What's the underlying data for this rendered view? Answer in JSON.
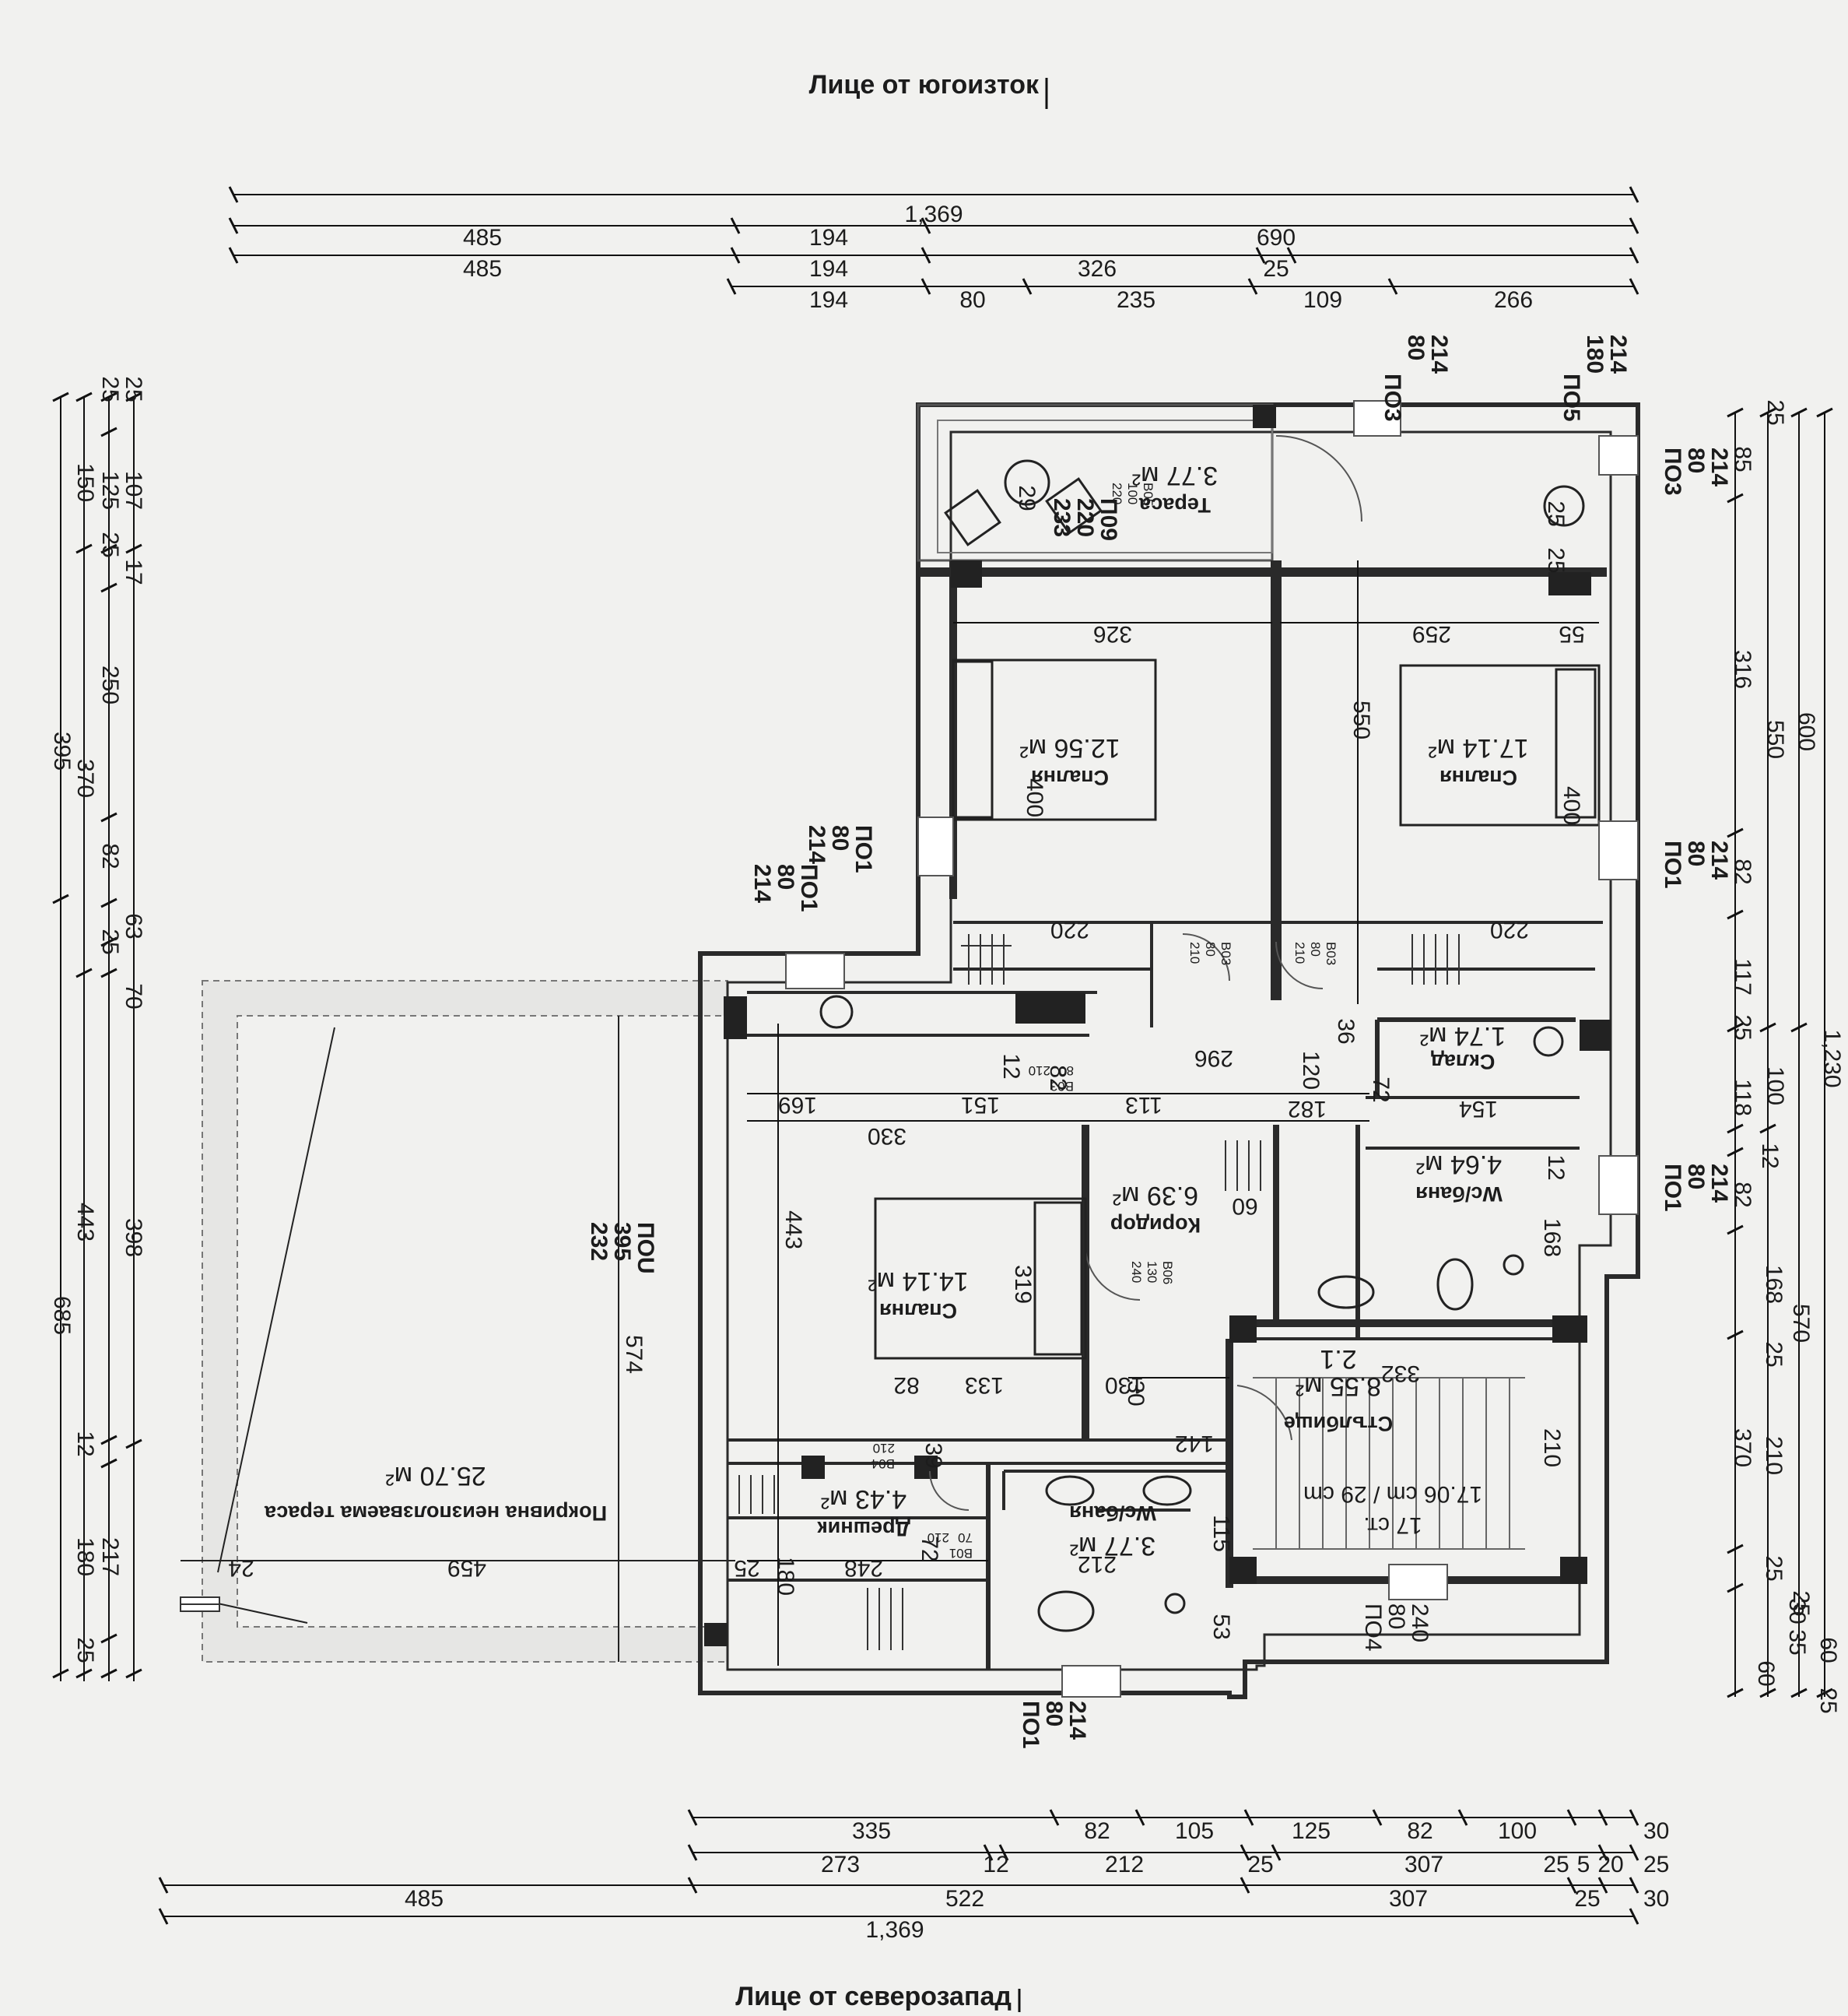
{
  "facades": {
    "top": "Лице от югоизток",
    "bottom": "Лице от северозапад"
  },
  "rooms": {
    "bedroom_ne": {
      "name": "Спалня",
      "area": "17.14 м²"
    },
    "bedroom_nw": {
      "name": "Спалня",
      "area": "12.56 м²"
    },
    "bedroom_sw": {
      "name": "Спалня",
      "area": "14.14 м²"
    },
    "terrace": {
      "name": "Тераса",
      "area": "3.77 м²"
    },
    "storage": {
      "name": "Склад",
      "area": "1.74 м²"
    },
    "wc_bath_1": {
      "name": "Wc/баня",
      "area": "4.64 м²"
    },
    "corridor": {
      "name": "Коридор",
      "area": "6.39 м²"
    },
    "stairs": {
      "name": "Стълбище",
      "area": "8.55 м²",
      "level": "2.1"
    },
    "wardrobe": {
      "name": "Дрешник",
      "area": "4.43 м²"
    },
    "wc_bath_2": {
      "name": "Wc/баня",
      "area": "3.77 м²"
    },
    "roof_terrace": {
      "name": "Покривна неизползваема тераса",
      "area": "25.70 м²"
    }
  },
  "stairs_spec": {
    "count": "17 ст.",
    "size": "17.06 cm / 29 cm"
  },
  "openings": {
    "p03_top": {
      "code": "ПО3",
      "w": "80",
      "h": "214"
    },
    "p05_top": {
      "code": "ПО5",
      "w": "180",
      "h": "214"
    },
    "p03_right": {
      "code": "ПО3",
      "w": "80",
      "h": "214"
    },
    "p09": {
      "code": "П09",
      "w": "220",
      "h": "233"
    },
    "p01_right_top": {
      "code": "ПО1",
      "w": "80",
      "h": "214"
    },
    "p01_right_mid": {
      "code": "ПО1",
      "w": "80",
      "h": "214"
    },
    "p01_left_a": {
      "code": "ПО1",
      "w": "80",
      "h": "214"
    },
    "p01_left_b": {
      "code": "ПО1",
      "w": "80",
      "h": "214"
    },
    "pou_left": {
      "code": "ПОU",
      "w": "395",
      "h": "232"
    },
    "p01_bottom": {
      "code": "ПО1",
      "w": "80",
      "h": "214"
    },
    "p04_bottom": {
      "code": "ПО4",
      "w": "80",
      "h": "240"
    }
  },
  "doors": {
    "b05": {
      "code": "В05",
      "w": "100",
      "h": "220"
    },
    "b03_a": {
      "code": "В03",
      "w": "80",
      "h": "210"
    },
    "b03_b": {
      "code": "В03",
      "w": "80",
      "h": "210"
    },
    "b03_c": {
      "code": "В03",
      "w": "80",
      "h": "210"
    },
    "b06": {
      "code": "В06",
      "w": "130",
      "h": "240"
    },
    "b04": {
      "code": "В04",
      "w": "",
      "h": "210"
    },
    "b01": {
      "code": "В01",
      "w": "70",
      "h": "210"
    }
  },
  "dims_top": {
    "row1": [
      "1,369"
    ],
    "row2": [
      "485",
      "194",
      "690"
    ],
    "row3": [
      "485",
      "194",
      "326",
      "25"
    ],
    "row4": [
      "194",
      "80",
      "235",
      "109",
      "266"
    ]
  },
  "dims_bottom": {
    "row1": [
      "335",
      "82",
      "105",
      "125",
      "82",
      "100",
      "30"
    ],
    "row2": [
      "273",
      "12",
      "212",
      "25",
      "307",
      "25",
      "5",
      "20",
      "25"
    ],
    "row3": [
      "485",
      "522",
      "307",
      "25",
      "30"
    ],
    "row4": [
      "1,369"
    ]
  },
  "dims_left": {
    "outer": [
      "395",
      "685"
    ],
    "mid": [
      "150",
      "370",
      "443"
    ],
    "inner": [
      "25",
      "125",
      "25",
      "250",
      "82",
      "63",
      "25",
      "70",
      "398",
      "12",
      "180",
      "25"
    ],
    "edge": [
      "25",
      "107",
      "17",
      "217"
    ]
  },
  "dims_right": {
    "inner": [
      "85",
      "316",
      "82",
      "117",
      "25",
      "118",
      "12",
      "82",
      "168",
      "25",
      "370",
      "210",
      "25",
      "30",
      "35",
      "60"
    ],
    "mid": [
      "25",
      "550",
      "100",
      "570"
    ],
    "outer": [
      "600",
      "1,230"
    ],
    "edge": [
      "25",
      "60",
      "25"
    ]
  },
  "dims_internal": [
    "326",
    "259",
    "55",
    "550",
    "400",
    "400",
    "220",
    "220",
    "82",
    "296",
    "120",
    "72",
    "330",
    "169",
    "151",
    "113",
    "182",
    "154",
    "443",
    "574",
    "459",
    "319",
    "82",
    "133",
    "130",
    "332",
    "212",
    "248",
    "72",
    "39",
    "210",
    "115",
    "53",
    "60",
    "168",
    "12",
    "36",
    "29",
    "24",
    "25",
    "180",
    "25",
    "25",
    "12",
    "142",
    "30"
  ]
}
